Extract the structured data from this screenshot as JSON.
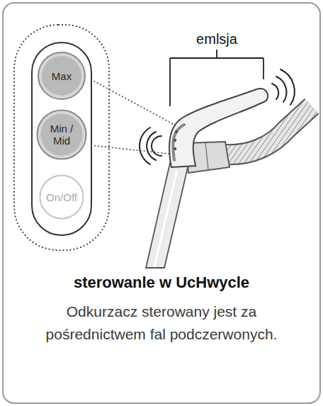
{
  "diagram": {
    "title": "sterowanle w UcHwycle",
    "caption": "Odkurzacz sterowany jest za pośrednictwem fal podczerwonych.",
    "nodes": [
      {
        "text": [
          "Max"
        ]
      },
      {
        "text": [
          "Min / Mid"
        ]
      },
      {
        "text": [
          "On/Off"
        ]
      }
    ],
    "labels": [
      "emlsja"
    ]
  }
}
